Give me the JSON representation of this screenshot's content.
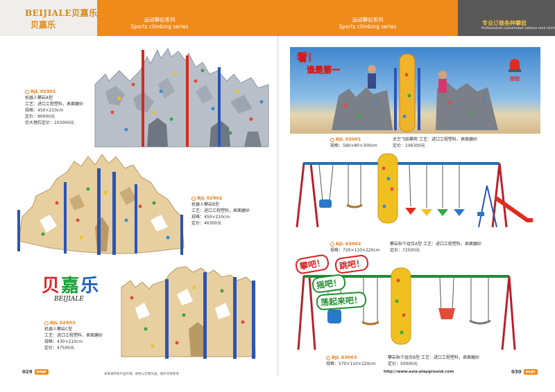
{
  "header": {
    "brand": "BEIJIALE贝嘉乐",
    "brand_cn": "贝嘉乐",
    "series_left": "运动攀岩系列",
    "series_left_en": "Sports climbing series",
    "series_right": "运动攀岩系列",
    "series_right_en": "Sports climbing series",
    "pro_cn": "专业订做各种攀岩",
    "pro_en": "Professional customized various rock climbing"
  },
  "colors": {
    "orange": "#f08a1a",
    "grey": "#595959",
    "accent_code": "#e27d15",
    "red_post": "#d42a1e",
    "blue_post": "#2a55b5"
  },
  "products": [
    {
      "code": "BJL 02901",
      "name": "机器人攀岩A型",
      "craft": "工艺：进口工程塑料，表面磨砂",
      "size": "规格：450×210cm",
      "price": "定价：90000元",
      "extra": "仿大理石定价：103000元"
    },
    {
      "code": "BJL 02902",
      "name": "机器人攀岩B型",
      "craft": "工艺：进口工程塑料，表面磨砂",
      "size": "规格：450×210cm",
      "price": "定价：46300元"
    },
    {
      "code": "BJL 02903",
      "name": "机器人攀岩C型",
      "craft": "工艺：进口工程塑料，表面磨砂",
      "size": "规格：430×210cm",
      "price": "定价：47500元"
    },
    {
      "code": "BJL 03001",
      "name": "太空飞船攀爬",
      "craft": "工艺：进口工程塑料，表面磨砂",
      "size": "规格：580×80×300cm",
      "price": "定价：106300元"
    },
    {
      "code": "BJL 03002",
      "name": "攀岩秋千组合A型",
      "craft": "工艺：进口工程塑料，表面磨砂",
      "size": "规格：720×110×220cm",
      "price": "定价：72500元"
    },
    {
      "code": "BJL 03003",
      "name": "攀岩秋千组合B型",
      "craft": "工艺：进口工程塑料，表面磨砂",
      "size": "规格：570×110×220cm",
      "price": "定价：50000元"
    }
  ],
  "photo_texts": {
    "look": "看！",
    "who_first": "谁是第一",
    "button": "按钮"
  },
  "callouts": [
    "攀吧！",
    "跳吧！",
    "摇吧！",
    "荡起来吧！"
  ],
  "beijiale_logo": {
    "cn": [
      "贝",
      "嘉",
      "乐"
    ],
    "en": "BEIJIALE"
  },
  "footer": {
    "left_page": "029",
    "right_page": "030",
    "page_word": "page",
    "note": "本目录所有产品外观、颜色以实物为准，图片仅供参考",
    "url": "http://www.asia-playground.com"
  }
}
